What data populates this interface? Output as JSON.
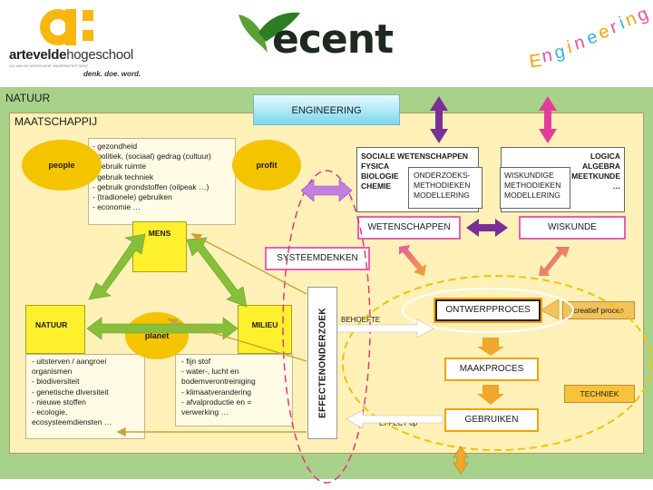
{
  "header": {
    "school_bold": "artevelde",
    "school_light": "hogeschool",
    "school_subline": "LID VAN DE ASSOCIATIE UNIVERSITEIT GENT",
    "slogan": "denk. doe. word.",
    "ecent_logo": "ecent",
    "engineering_logo": "Engineering",
    "colors": {
      "artevelde": "#f7b70e",
      "ecent_leaves": "#5aa032"
    }
  },
  "natuur": {
    "title": "NATUUR",
    "color": "#a8d18a"
  },
  "maatschappij": {
    "title": "MAATSCHAPPIJ",
    "color": "#fff1b8"
  },
  "people_profit": {
    "people": "people",
    "profit": "profit",
    "items": [
      "- gezondheid",
      "- politiek, (sociaal) gedrag (cultuur)",
      "- gebruik ruimte",
      "- gebruik techniek",
      "- gebruik grondstoffen (oilpeak …)",
      "- (tradionele) gebruiken",
      "- economie …"
    ]
  },
  "mens": "MENS",
  "natuur_box": {
    "label": "NATUUR"
  },
  "milieu_box": {
    "label": "MILIEU"
  },
  "planet": "planet",
  "natuur_list": [
    "- uitsterven / aangroei",
    "  organismen",
    "- biodiversiteit",
    "- genetische diversiteit",
    "- nieuwe stoffen",
    "- ecologie,",
    "  ecosysteemdiensten …"
  ],
  "milieu_list": [
    "- fijn stof",
    "- water-, lucht en",
    "  bodemverontreiniging",
    "- klimaatverandering",
    "- afvalproductie en =",
    "  verwerking …"
  ],
  "engineering": "ENGINEERING",
  "wetenschappen": {
    "subjects": [
      "SOCIALE WETENSCHAPPEN",
      "FYSICA",
      "BIOLOGIE",
      "CHEMIE"
    ],
    "methods": [
      "ONDERZOEKS-",
      "METHODIEKEN",
      "MODELLERING"
    ],
    "label": "WETENSCHAPPEN"
  },
  "wiskunde": {
    "subjects": [
      "LOGICA",
      "ALGEBRA",
      "MEETKUNDE",
      "…"
    ],
    "methods": [
      "WISKUNDIGE",
      "METHODIEKEN",
      "MODELLERING"
    ],
    "label": "WISKUNDE"
  },
  "systeemdenken": "SYSTEEMDENKEN",
  "effectenonderzoek": "EFFECTENONDERZOEK",
  "behoefte": "BEHOEFTE",
  "effect_op": "EFFECT op",
  "ontwerpproces": "ONTWERPPROCES",
  "creatief_proces": "creatief proces",
  "maakproces": "MAAKPROCES",
  "techniek": "TECHNIEK",
  "gebruiken": "GEBRUIKEN",
  "colors": {
    "green_arrow": "#86bf3a",
    "purple_arrow": "#7a2f97",
    "pink_arrow": "#e43c9a",
    "orange_arrow": "#f0a72a",
    "dashed_pink": "#e0387d",
    "dashed_yellow": "#f2c400"
  }
}
